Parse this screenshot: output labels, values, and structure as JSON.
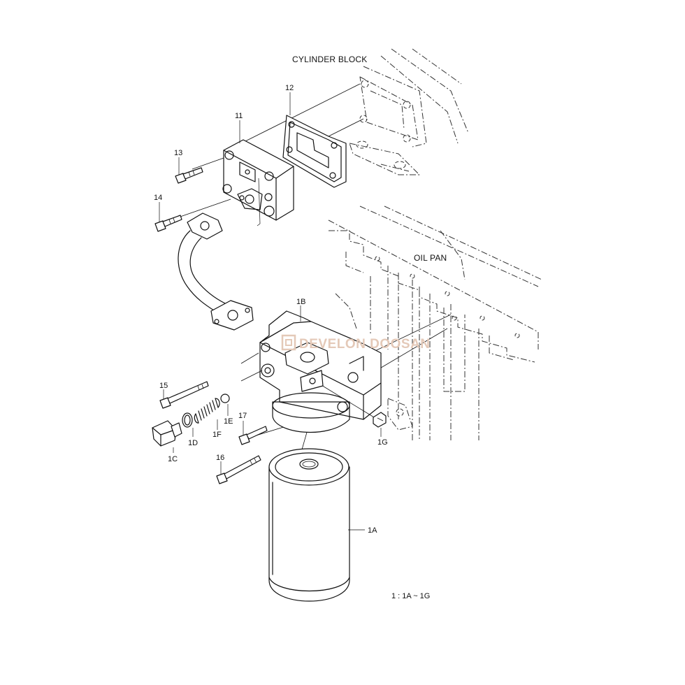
{
  "watermark": "DEVELON DOOSAN",
  "ratio_note": "1 : 1A ~ 1G",
  "reference_labels": {
    "cylinder_block": "CYLINDER BLOCK",
    "oil_pan": "OIL PAN"
  },
  "callouts": {
    "p11": "11",
    "p12": "12",
    "p13": "13",
    "p14": "14",
    "p15": "15",
    "p16": "16",
    "p17": "17",
    "p1A": "1A",
    "p1B": "1B",
    "p1C": "1C",
    "p1D": "1D",
    "p1E": "1E",
    "p1F": "1F",
    "p1G": "1G"
  },
  "colors": {
    "line": "#111111",
    "watermark": "#e4c9b8",
    "background": "#ffffff"
  }
}
